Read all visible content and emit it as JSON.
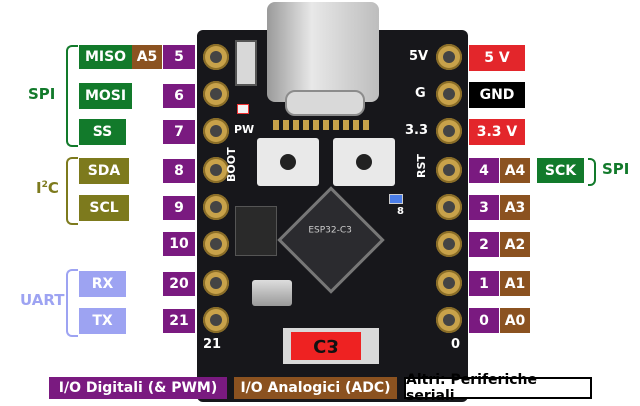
{
  "groups": {
    "spi_left": "SPI",
    "i2c_prefix": "I",
    "i2c_sup": "2",
    "i2c_suffix": "C",
    "uart": "UART",
    "spi_right": "SPI"
  },
  "left_rows": [
    {
      "func": "MISO",
      "adc": "A5",
      "gpio": "5"
    },
    {
      "func": "MOSI",
      "adc": "",
      "gpio": "6"
    },
    {
      "func": "SS",
      "adc": "",
      "gpio": "7"
    },
    {
      "func": "SDA",
      "adc": "",
      "gpio": "8"
    },
    {
      "func": "SCL",
      "adc": "",
      "gpio": "9"
    },
    {
      "func": "",
      "adc": "",
      "gpio": "10"
    },
    {
      "func": "RX",
      "adc": "",
      "gpio": "20"
    },
    {
      "func": "TX",
      "adc": "",
      "gpio": "21"
    }
  ],
  "right_power": [
    {
      "pin": "5V",
      "label": "5 V"
    },
    {
      "pin": "G",
      "label": "GND"
    },
    {
      "pin": "3.3",
      "label": "3.3 V"
    }
  ],
  "right_rows": [
    {
      "gpio": "4",
      "adc": "A4",
      "func": "SCK"
    },
    {
      "gpio": "3",
      "adc": "A3"
    },
    {
      "gpio": "2",
      "adc": "A2"
    },
    {
      "gpio": "1",
      "adc": "A1"
    },
    {
      "gpio": "0",
      "adc": "A0"
    }
  ],
  "board": {
    "silk_boot": "BOOT",
    "silk_rst": "RST",
    "silk_pw": "PW",
    "silk_8": "8",
    "silk_21": "21",
    "silk_0": "0",
    "chip_text": "ESP32-C3",
    "c3_logo": "C3"
  },
  "legend": {
    "digital": "I/O Digitali (& PWM)",
    "analog": "I/O Analogici (ADC)",
    "other": "Altri: Periferiche seriali"
  },
  "colors": {
    "func": "#127a2b",
    "i2c": "#7d7a1d",
    "uart": "#9da3f2",
    "gpio": "#7a1a80",
    "adc": "#8b5220",
    "power": "#e3262b",
    "gnd": "#000000"
  }
}
